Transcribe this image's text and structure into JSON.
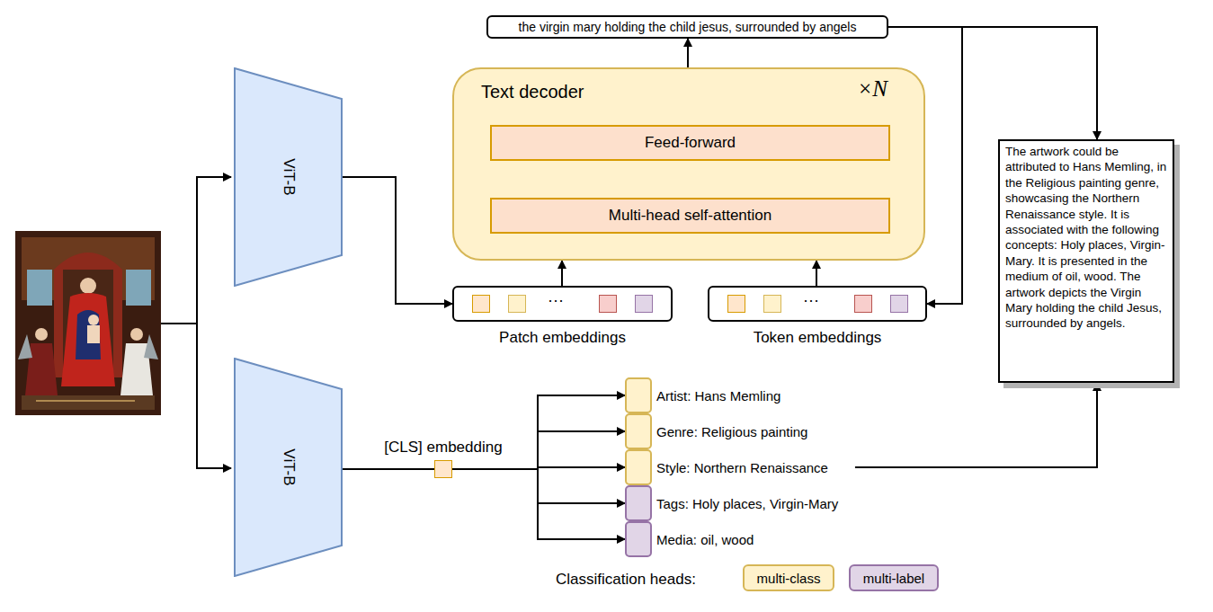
{
  "diagram": {
    "nodes": [
      {
        "text": [
          "the virgin mary holding the child jesus, surrounded by angels"
        ]
      },
      {
        "text": [
          "ViT-B"
        ]
      },
      {
        "text": [
          "Text decoder",
          "×N"
        ]
      },
      {
        "text": [
          "Feed-forward"
        ],
        "in": 2
      },
      {
        "text": [
          "Multi-head self-attention"
        ],
        "in": 2
      },
      {
        "text": [
          "···",
          "Patch embeddings"
        ]
      },
      {
        "text": [
          "···",
          "Token embeddings"
        ]
      },
      {
        "text": [
          "The artwork could be attributed to Hans Memling, in the Religious painting genre, showcasing the Northern Renaissance style. It is associated with the following concepts: Holy places, Virgin-Mary. It is presented in the medium of oil, wood. The artwork depicts the Virgin Mary holding the child Jesus, surrounded by angels."
        ]
      },
      {
        "text": [
          "ViT-B"
        ]
      },
      {
        "text": [
          "[CLS] embedding"
        ]
      },
      {
        "text": [
          "Artist: Hans Memling"
        ]
      },
      {
        "text": [
          "Genre: Religious painting"
        ]
      },
      {
        "text": [
          "Style: Northern Renaissance"
        ]
      },
      {
        "text": [
          "Tags: Holy places, Virgin-Mary"
        ]
      },
      {
        "text": [
          "Media: oil, wood"
        ]
      }
    ],
    "edges": [
      {
        "from": 1,
        "to": 5,
        "arrow": "to"
      },
      {
        "from": 5,
        "to": 2,
        "arrow": "to"
      },
      {
        "from": 6,
        "to": 2,
        "arrow": "to"
      },
      {
        "from": 4,
        "to": 3,
        "arrow": "to"
      },
      {
        "from": 2,
        "to": 0,
        "arrow": "to"
      },
      {
        "from": 0,
        "to": 6,
        "arrow": "to"
      },
      {
        "from": 0,
        "to": 7,
        "arrow": "to"
      },
      {
        "from": 8,
        "to": 9,
        "arrow": "none"
      },
      {
        "from": 9,
        "to": 10,
        "arrow": "to"
      },
      {
        "from": 9,
        "to": 11,
        "arrow": "to"
      },
      {
        "from": 9,
        "to": 12,
        "arrow": "to"
      },
      {
        "from": 9,
        "to": 13,
        "arrow": "to"
      },
      {
        "from": 9,
        "to": 14,
        "arrow": "to"
      },
      {
        "from": 12,
        "to": 7,
        "arrow": "to"
      }
    ],
    "labels": [
      "Classification heads:"
    ],
    "legend": [
      {
        "text": "multi-class",
        "color": "#fff2cc"
      },
      {
        "text": "multi-label",
        "color": "#e1d5e7"
      }
    ]
  }
}
